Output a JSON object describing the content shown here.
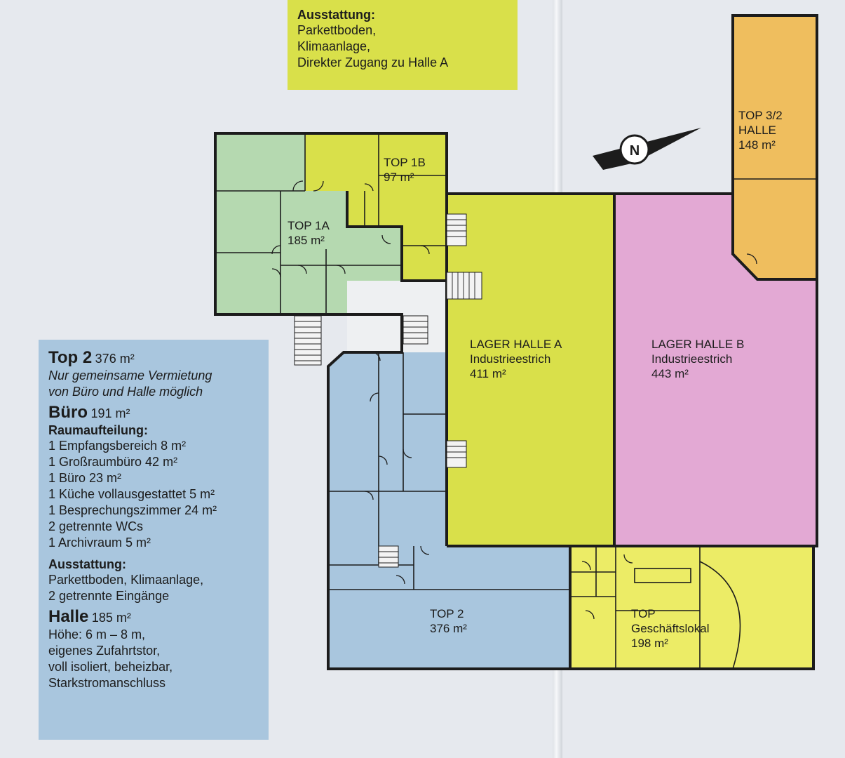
{
  "top_info": {
    "heading": "Ausstattung:",
    "lines": [
      "Parkettboden,",
      "Klimaanlage,",
      "Direkter Zugang zu Halle A"
    ]
  },
  "top2_info": {
    "title": "Top 2",
    "title_area": "376 m²",
    "note_lines": [
      "Nur gemeinsame Vermietung",
      "von Büro und Halle möglich"
    ],
    "buero_title": "Büro",
    "buero_area": "191 m²",
    "raum_heading": "Raumaufteilung:",
    "raum_lines": [
      "1 Empfangsbereich 8 m²",
      "1 Großraumbüro 42 m²",
      "1 Büro 23 m²",
      "1 Küche vollausgestattet 5 m²",
      "1 Besprechungszimmer 24 m²",
      "2 getrennte WCs",
      "1 Archivraum 5 m²"
    ],
    "ausstattung_heading": "Ausstattung:",
    "ausstattung_lines": [
      "Parkettboden, Klimaanlage,",
      "2 getrennte Eingänge"
    ],
    "halle_title": "Halle",
    "halle_area": "185 m²",
    "halle_lines": [
      "Höhe: 6 m – 8 m,",
      "eigenes Zufahrtstor,",
      "voll isoliert, beheizbar,",
      "Starkstromanschluss"
    ]
  },
  "plan": {
    "compass_letter": "N",
    "units": {
      "top1a": {
        "lines": [
          "TOP 1A",
          "185 m²"
        ]
      },
      "top1b": {
        "lines": [
          "TOP 1B",
          "97 m²"
        ]
      },
      "top32": {
        "lines": [
          "TOP 3/2",
          "HALLE",
          "148 m²"
        ]
      },
      "halle_a": {
        "lines": [
          "LAGER HALLE A",
          "Industrieestrich",
          "411 m²"
        ]
      },
      "halle_b": {
        "lines": [
          "LAGER HALLE B",
          "Industrieestrich",
          "443 m²"
        ]
      },
      "top2": {
        "lines": [
          "TOP 2",
          "376 m²"
        ]
      },
      "geschaeft": {
        "lines": [
          "TOP",
          "Geschäftslokal",
          "198 m²"
        ]
      }
    }
  },
  "colors": {
    "background": "#e6e9ee",
    "green": "#b5d9b0",
    "yellow_green": "#d9e04a",
    "yellow": "#ecec66",
    "pink": "#e3a9d4",
    "orange": "#efbe5e",
    "blue": "#a9c6de",
    "wall": "#1c1c1c"
  }
}
